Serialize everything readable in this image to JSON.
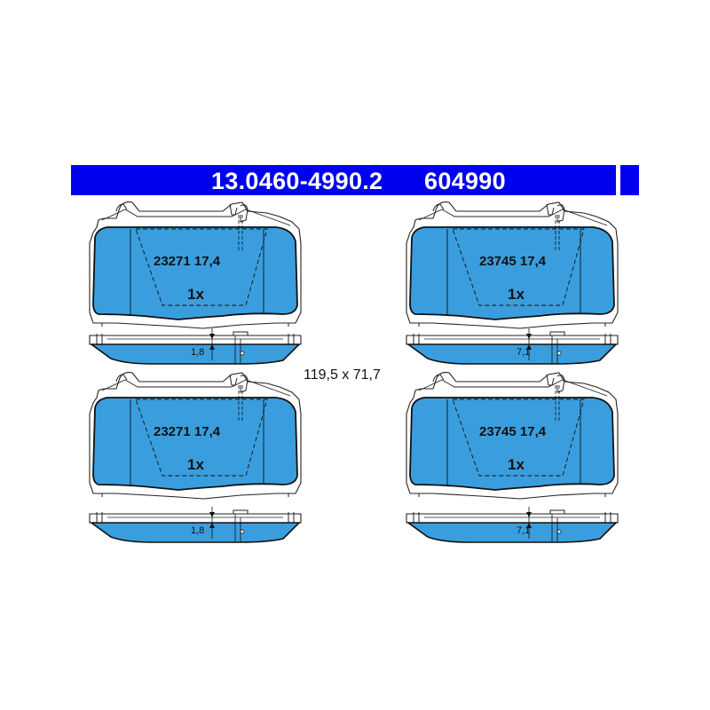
{
  "header": {
    "part_number": "13.0460-4990.2",
    "ref_number": "604990",
    "banner_color": "#0000f0"
  },
  "pad_color": "#3a9ede",
  "pads": [
    {
      "code": "23271 17,4",
      "qty": "1x",
      "thickness": "1,8"
    },
    {
      "code": "23745 17,4",
      "qty": "1x",
      "thickness": "7,1"
    },
    {
      "code": "23271 17,4",
      "qty": "1x",
      "thickness": "1,8"
    },
    {
      "code": "23745 17,4",
      "qty": "1x",
      "thickness": "7,1"
    }
  ],
  "dimensions": "119,5 x 71,7"
}
